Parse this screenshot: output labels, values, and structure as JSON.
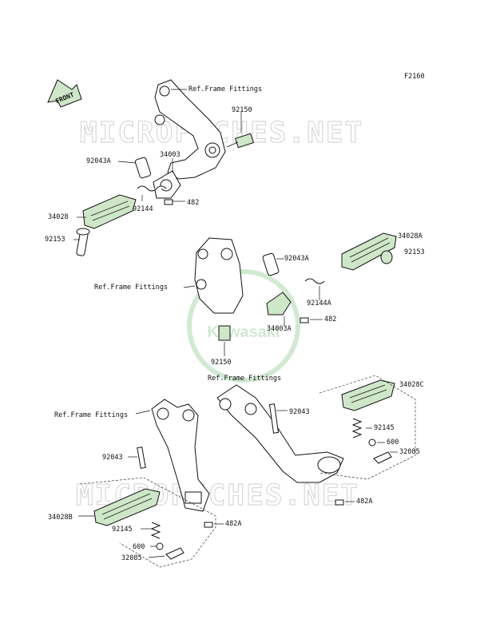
{
  "figure_code": "F2160",
  "front_arrow_text": "FRONT",
  "watermark": "MICROFICHES.NET",
  "logo_text": "Kawasaki",
  "ref_label": "Ref.Frame Fittings",
  "colors": {
    "part_fill": "#cfe7c9",
    "line": "#111111",
    "watermark": "#d8d8d8"
  },
  "labels": {
    "tr_ref": "Ref.Frame Fittings",
    "tr_92150": "92150",
    "tr_92043a": "92043A",
    "tr_34003": "34003",
    "tr_482": "482",
    "tr_34028": "34028",
    "tr_92144": "92144",
    "tr_92153": "92153",
    "mid_34028a": "34028A",
    "mid_92153": "92153",
    "mid_92043a": "92043A",
    "mid_ref": "Ref.Frame Fittings",
    "mid_92144a": "92144A",
    "mid_34003a": "34003A",
    "mid_482": "482",
    "mid_92150": "92150",
    "br_ref": "Ref.Frame Fittings",
    "br_34028c": "34028C",
    "br_92043": "92043",
    "br_92145": "92145",
    "br_600": "600",
    "br_32085": "32085",
    "br_482a": "482A",
    "bl_ref": "Ref.Frame Fittings",
    "bl_92043": "92043",
    "bl_34028b": "34028B",
    "bl_92145": "92145",
    "bl_482a": "482A",
    "bl_600": "600",
    "bl_32085": "32085"
  }
}
